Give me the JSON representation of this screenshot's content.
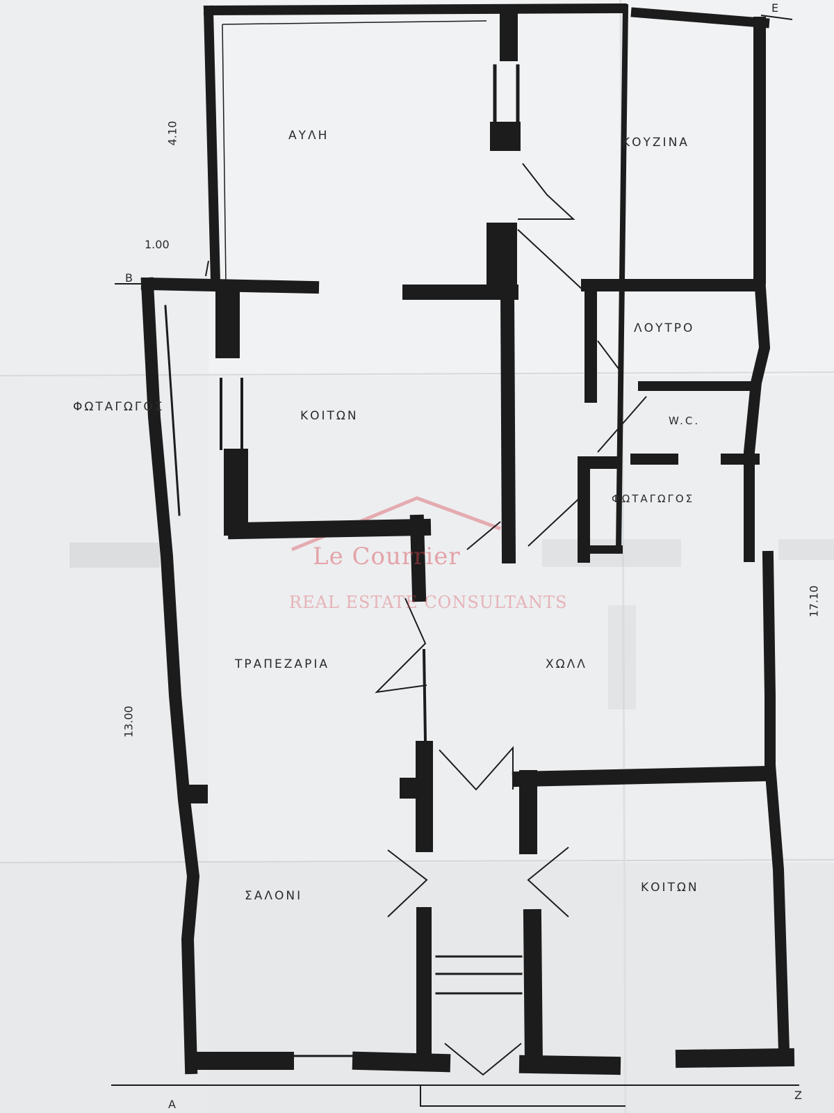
{
  "rooms": {
    "avli": "ΑΥΛΗ",
    "kouzina": "ΚΟΥΖΙΝΑ",
    "loutro": "ΛΟΥΤΡΟ",
    "wc": "W.C.",
    "fotagogos_left": "ΦΩΤΑΓΩΓΟΣ",
    "fotagogos_right": "ΦΩΤΑΓΩΓΟΣ",
    "koiton_upper": "ΚΟΙΤΩΝ",
    "trapezaria": "ΤΡΑΠΕΖΑΡΙΑ",
    "hall": "ΧΩΛΛ",
    "saloni": "ΣΑΛΟΝΙ",
    "koiton_lower": "ΚΟΙΤΩΝ"
  },
  "dimensions": {
    "top_left": "4.10",
    "step": "1.00",
    "left": "13.00",
    "right": "17.10"
  },
  "section_marks": {
    "a": "A",
    "b": "B",
    "e": "E",
    "z": "Z"
  },
  "watermark": {
    "name": "Le Courrier",
    "tagline": "REAL ESTATE CONSULTANTS",
    "color": "#d64650"
  },
  "colors": {
    "paper": "#eef0f1",
    "wall": "#1c1c1c"
  }
}
